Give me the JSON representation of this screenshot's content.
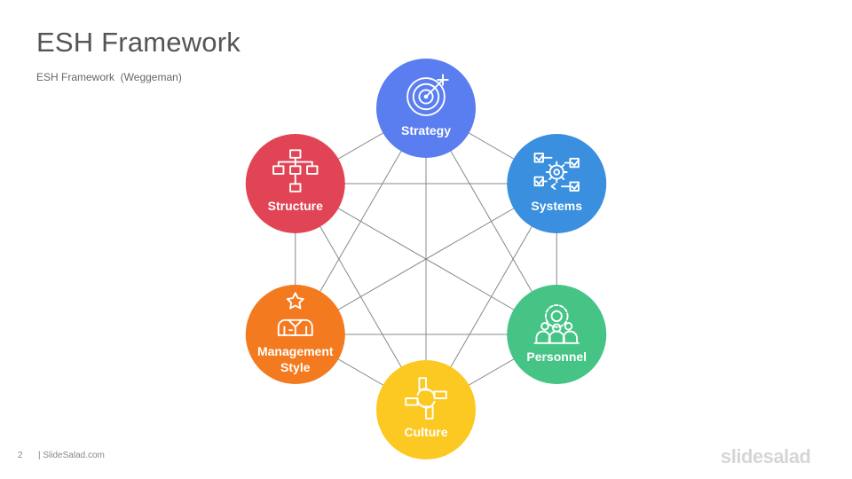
{
  "header": {
    "title": "ESH Framework",
    "subtitle": "ESH Framework  (Weggeman)"
  },
  "diagram": {
    "nodes": [
      {
        "id": "strategy",
        "label_lines": [
          "Strategy"
        ],
        "color": "#5A7DF0",
        "icon": "target-icon"
      },
      {
        "id": "systems",
        "label_lines": [
          "Systems"
        ],
        "color": "#3A8FDE",
        "icon": "workflow-gear-icon"
      },
      {
        "id": "personnel",
        "label_lines": [
          "Personnel"
        ],
        "color": "#45C486",
        "icon": "team-gear-icon"
      },
      {
        "id": "culture",
        "label_lines": [
          "Culture"
        ],
        "color": "#FCC923",
        "icon": "joined-hands-icon"
      },
      {
        "id": "management",
        "label_lines": [
          "Management",
          "Style"
        ],
        "color": "#F47A1F",
        "icon": "leader-star-icon"
      },
      {
        "id": "structure",
        "label_lines": [
          "Structure"
        ],
        "color": "#E14454",
        "icon": "org-chart-icon"
      }
    ],
    "connections": "all-pairs",
    "line_color": "#888888"
  },
  "footer": {
    "page_number": "2",
    "brand_text": "| SlideSalad.com",
    "logo_text": "slidesalad"
  }
}
